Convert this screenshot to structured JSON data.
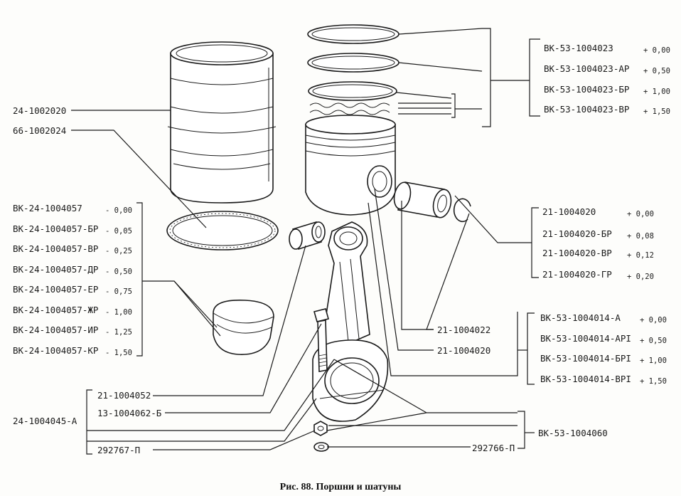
{
  "caption": "Рис. 88. Поршни и шатуны",
  "liner": {
    "part_no": "24-1002020",
    "seal_no": "66-1002024"
  },
  "rings": [
    {
      "code": "ВК-53-1004023",
      "value": "+ 0,00"
    },
    {
      "code": "ВК-53-1004023-АР",
      "value": "+ 0,50"
    },
    {
      "code": "ВК-53-1004023-БР",
      "value": "+ 1,00"
    },
    {
      "code": "ВК-53-1004023-ВР",
      "value": "+ 1,50"
    }
  ],
  "bushings": [
    {
      "code": "ВК-24-1004057",
      "value": "- 0,00"
    },
    {
      "code": "ВК-24-1004057-БР",
      "value": "- 0,05"
    },
    {
      "code": "ВК-24-1004057-ВР",
      "value": "- 0,25"
    },
    {
      "code": "ВК-24-1004057-ДР",
      "value": "- 0,50"
    },
    {
      "code": "ВК-24-1004057-ЕР",
      "value": "- 0,75"
    },
    {
      "code": "ВК-24-1004057-ЖР",
      "value": "- 1,00"
    },
    {
      "code": "ВК-24-1004057-ИР",
      "value": "- 1,25"
    },
    {
      "code": "ВК-24-1004057-КР",
      "value": "- 1,50"
    }
  ],
  "pins": [
    {
      "code": "21-1004020",
      "value": "+ 0,00"
    },
    {
      "code": "21-1004020-БР",
      "value": "+ 0,08"
    },
    {
      "code": "21-1004020-ВР",
      "value": "+ 0,12"
    },
    {
      "code": "21-1004020-ГР",
      "value": "+ 0,20"
    }
  ],
  "pistons": [
    {
      "code": "ВК-53-1004014-А",
      "value": "+ 0,00"
    },
    {
      "code": "ВК-53-1004014-АРI",
      "value": "+ 0,50"
    },
    {
      "code": "ВК-53-1004014-БРI",
      "value": "+ 1,00"
    },
    {
      "code": "ВК-53-1004014-ВРI",
      "value": "+ 1,50"
    }
  ],
  "singles": {
    "circlip": "21-1004022",
    "pin": "21-1004020",
    "rod_bushing": "21-1004052",
    "bolt": "13-1004062-Б",
    "nut_right": "292766-П",
    "nut_left": "292767-П",
    "rod_assembly": "24-1004045-А",
    "rod_kit": "ВК-53-1004060"
  }
}
